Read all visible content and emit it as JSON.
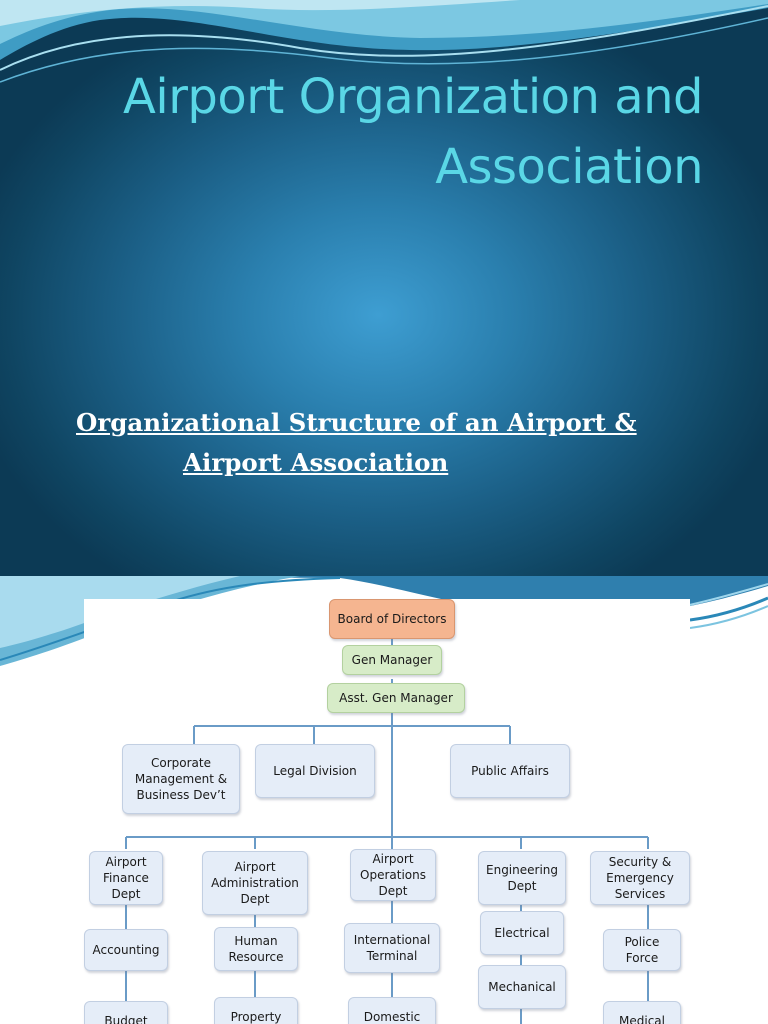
{
  "slide1": {
    "title_line1": "Airport Organization and",
    "title_line2": "Association",
    "subtitle_line1": "Organizational Structure of an Airport &",
    "subtitle_line2": "Airport Association"
  },
  "org_chart": {
    "top": "Board of Directors",
    "gen_manager": "Gen Manager",
    "asst_gen_manager": "Asst. Gen Manager",
    "staff_units": [
      "Corporate\nManagement &\nBusiness Dev’t",
      "Legal Division",
      "Public Affairs"
    ],
    "departments": [
      {
        "name": "Airport\nFinance\nDept",
        "units": [
          "Accounting",
          "Budget"
        ]
      },
      {
        "name": "Airport\nAdministration\nDept",
        "units": [
          "Human\nResource",
          "Property"
        ]
      },
      {
        "name": "Airport\nOperations\nDept",
        "units": [
          "International\nTerminal",
          "Domestic"
        ]
      },
      {
        "name": "Engineering\nDept",
        "units": [
          "Electrical",
          "Mechanical"
        ]
      },
      {
        "name": "Security &\nEmergency\nServices",
        "units": [
          "Police\nForce",
          "Medical"
        ]
      }
    ]
  },
  "colors": {
    "title": "#5ad7e6",
    "board_box": "#f5b590",
    "manager_box": "#d7ecc8",
    "unit_box": "#e5edf8",
    "connector": "#6a9bc7"
  }
}
